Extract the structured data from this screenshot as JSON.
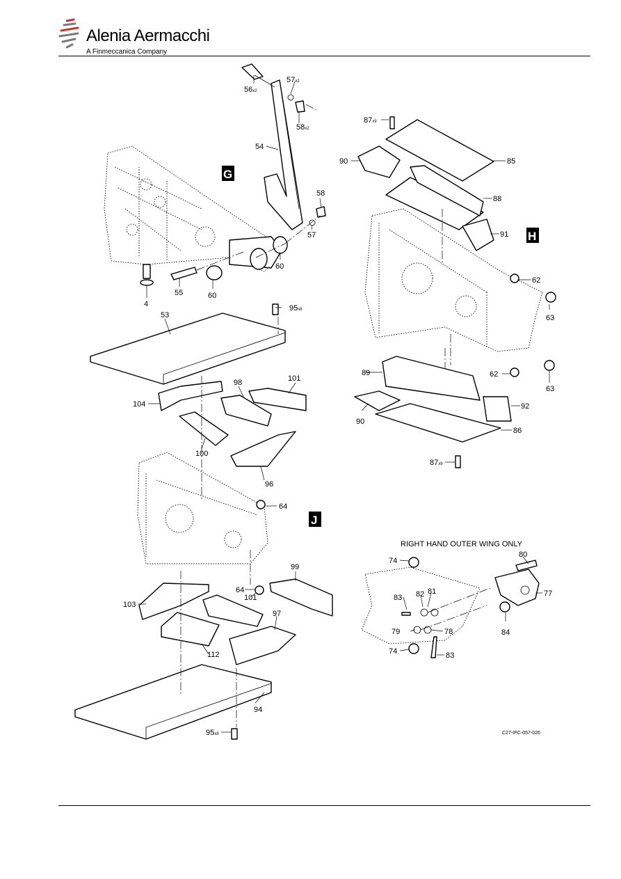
{
  "header": {
    "brand_name": "Alenia Aermacchi",
    "brand_subtitle": "A Finmeccanica Company"
  },
  "diagram": {
    "reference": "C27-IPC-057-026",
    "note": "RIGHT HAND OUTER WING ONLY",
    "sections": [
      "G",
      "H",
      "J"
    ],
    "callouts": [
      {
        "id": "c56",
        "num": "56",
        "qty": "x2"
      },
      {
        "id": "c57a",
        "num": "57",
        "qty": "x2"
      },
      {
        "id": "c58a",
        "num": "58",
        "qty": "x2"
      },
      {
        "id": "c54",
        "num": "54",
        "qty": ""
      },
      {
        "id": "c58b",
        "num": "58",
        "qty": ""
      },
      {
        "id": "c57b",
        "num": "57",
        "qty": ""
      },
      {
        "id": "c60a",
        "num": "60",
        "qty": ""
      },
      {
        "id": "c60b",
        "num": "60",
        "qty": ""
      },
      {
        "id": "c55",
        "num": "55",
        "qty": ""
      },
      {
        "id": "c4",
        "num": "4",
        "qty": ""
      },
      {
        "id": "c87a",
        "num": "87",
        "qty": "x9"
      },
      {
        "id": "c90a",
        "num": "90",
        "qty": ""
      },
      {
        "id": "c85",
        "num": "85",
        "qty": ""
      },
      {
        "id": "c88",
        "num": "88",
        "qty": ""
      },
      {
        "id": "c91",
        "num": "91",
        "qty": ""
      },
      {
        "id": "c62a",
        "num": "62",
        "qty": ""
      },
      {
        "id": "c63a",
        "num": "63",
        "qty": ""
      },
      {
        "id": "c89",
        "num": "89",
        "qty": ""
      },
      {
        "id": "c62b",
        "num": "62",
        "qty": ""
      },
      {
        "id": "c63b",
        "num": "63",
        "qty": ""
      },
      {
        "id": "c92",
        "num": "92",
        "qty": ""
      },
      {
        "id": "c90b",
        "num": "90",
        "qty": ""
      },
      {
        "id": "c86",
        "num": "86",
        "qty": ""
      },
      {
        "id": "c87b",
        "num": "87",
        "qty": "x9"
      },
      {
        "id": "c95a",
        "num": "95",
        "qty": "x8"
      },
      {
        "id": "c53",
        "num": "53",
        "qty": ""
      },
      {
        "id": "c98",
        "num": "98",
        "qty": ""
      },
      {
        "id": "c101a",
        "num": "101",
        "qty": ""
      },
      {
        "id": "c104",
        "num": "104",
        "qty": ""
      },
      {
        "id": "c100",
        "num": "100",
        "qty": ""
      },
      {
        "id": "c96",
        "num": "96",
        "qty": ""
      },
      {
        "id": "c64a",
        "num": "64",
        "qty": ""
      },
      {
        "id": "c99",
        "num": "99",
        "qty": ""
      },
      {
        "id": "c64b",
        "num": "64",
        "qty": ""
      },
      {
        "id": "c101b",
        "num": "101",
        "qty": ""
      },
      {
        "id": "c103",
        "num": "103",
        "qty": ""
      },
      {
        "id": "c97",
        "num": "97",
        "qty": ""
      },
      {
        "id": "c112",
        "num": "112",
        "qty": ""
      },
      {
        "id": "c94",
        "num": "94",
        "qty": ""
      },
      {
        "id": "c95b",
        "num": "95",
        "qty": "x8"
      },
      {
        "id": "c74a",
        "num": "74",
        "qty": ""
      },
      {
        "id": "c80",
        "num": "80",
        "qty": ""
      },
      {
        "id": "c83a",
        "num": "83",
        "qty": ""
      },
      {
        "id": "c82",
        "num": "82",
        "qty": ""
      },
      {
        "id": "c81",
        "num": "81",
        "qty": ""
      },
      {
        "id": "c77",
        "num": "77",
        "qty": ""
      },
      {
        "id": "c79",
        "num": "79",
        "qty": ""
      },
      {
        "id": "c78",
        "num": "78",
        "qty": ""
      },
      {
        "id": "c84",
        "num": "84",
        "qty": ""
      },
      {
        "id": "c74b",
        "num": "74",
        "qty": ""
      },
      {
        "id": "c83b",
        "num": "83",
        "qty": ""
      }
    ]
  }
}
